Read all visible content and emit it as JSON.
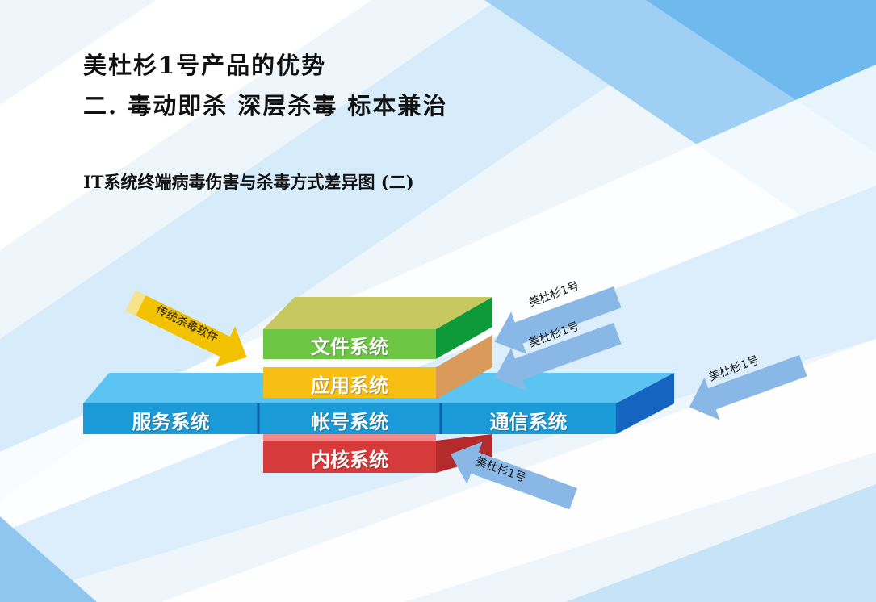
{
  "title_line1": "美杜杉1号产品的优势",
  "title_line2": "二. 毒动即杀  深层杀毒  标本兼治",
  "subtitle": "IT系统终端病毒伤害与杀毒方式差异图 (二)",
  "blocks": {
    "file": "文件系统",
    "app": "应用系统",
    "service": "服务系统",
    "account": "帐号系统",
    "comm": "通信系统",
    "kernel": "内核系统"
  },
  "arrows": {
    "traditional": "传统杀毒软件",
    "product1": "美杜杉1号",
    "product2": "美杜杉1号",
    "product3": "美杜杉1号",
    "product4": "美杜杉1号"
  },
  "colors": {
    "file": "#6cc644",
    "app": "#f5b800",
    "blue": "#1fa0d8",
    "kernel": "#d33a3a",
    "arrow_yellow": "#f2c200",
    "arrow_blue": "#8ab8e6"
  }
}
